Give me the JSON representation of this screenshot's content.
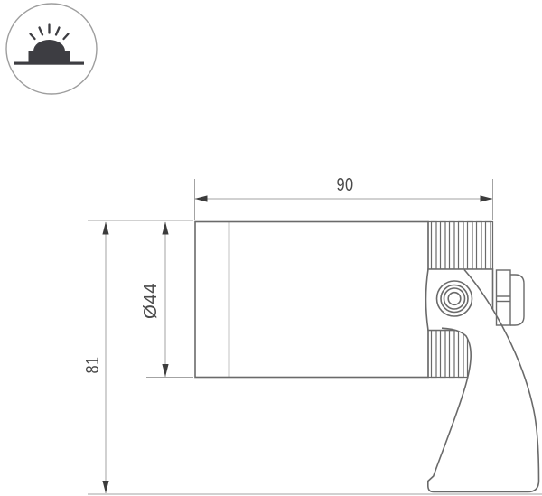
{
  "drawing": {
    "kind": "technical-dimension-drawing",
    "subject": "surface-mounted spotlight, side view",
    "dimensions": {
      "width_label": "90",
      "diameter_label": "Ø44",
      "height_label": "81"
    },
    "icon": {
      "name": "surface-mount-light-icon",
      "meaning": "surface mounted luminaire with light rays"
    },
    "colors": {
      "outline": "#6a6a6a",
      "dimension_line": "#a3a3a3",
      "arrow": "#3c3c3c",
      "text": "#4a4a4a",
      "icon_fill": "#3d3d42",
      "icon_circle": "#9e9e9e",
      "background": "#ffffff"
    }
  }
}
